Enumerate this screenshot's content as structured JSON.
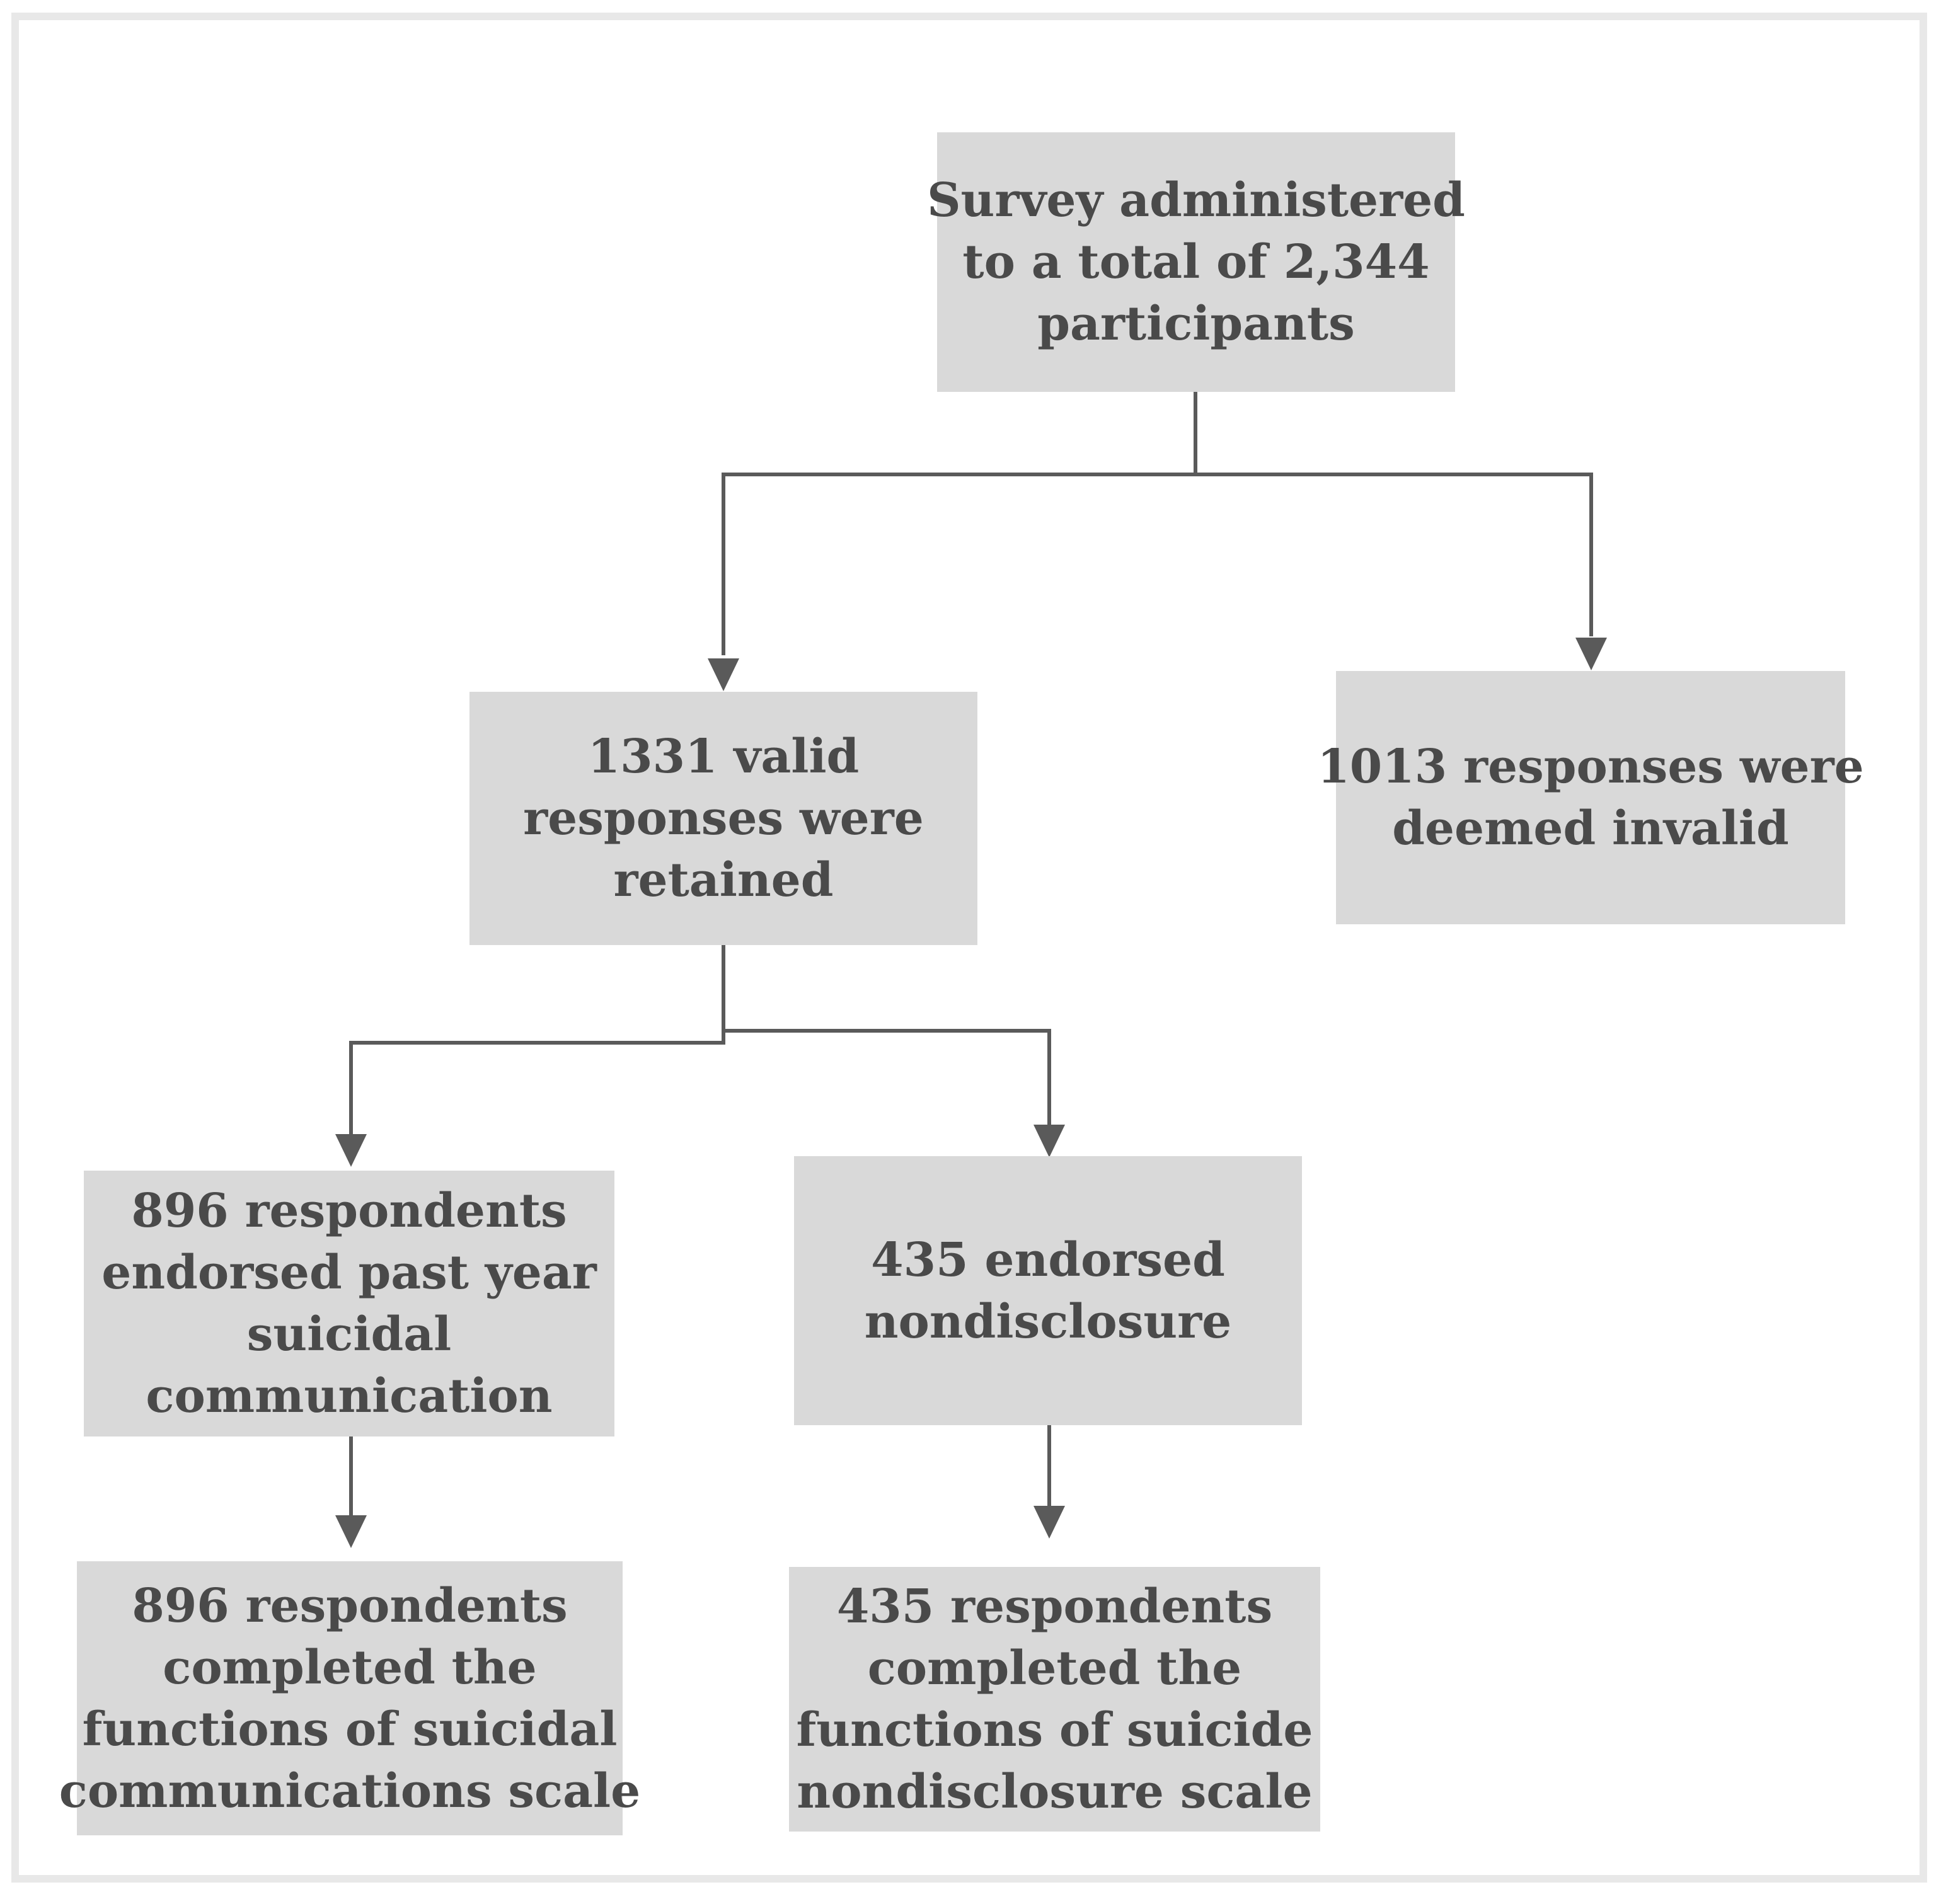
{
  "nodes": {
    "survey": {
      "lines": [
        "Survey administered",
        "to a total of 2,344",
        "participants"
      ]
    },
    "valid": {
      "lines": [
        "1331 valid",
        "responses were",
        "retained"
      ]
    },
    "invalid": {
      "lines": [
        "1013 responses were",
        "deemed invalid"
      ]
    },
    "communication": {
      "lines": [
        "896 respondents",
        "endorsed past year",
        "suicidal",
        "communication"
      ]
    },
    "nondisclosure": {
      "lines": [
        "435 endorsed",
        "nondisclosure"
      ]
    },
    "communication_scale": {
      "lines": [
        "896 respondents",
        "completed the",
        "functions of suicidal",
        "communications scale"
      ]
    },
    "nondisclosure_scale": {
      "lines": [
        "435 respondents",
        "completed the",
        "functions of suicide",
        "nondisclosure scale"
      ]
    }
  },
  "colors": {
    "box_fill": "#d9d9d9",
    "text": "#4a4a4a",
    "connector": "#5a5a5a",
    "frame": "#e8e8e8"
  }
}
